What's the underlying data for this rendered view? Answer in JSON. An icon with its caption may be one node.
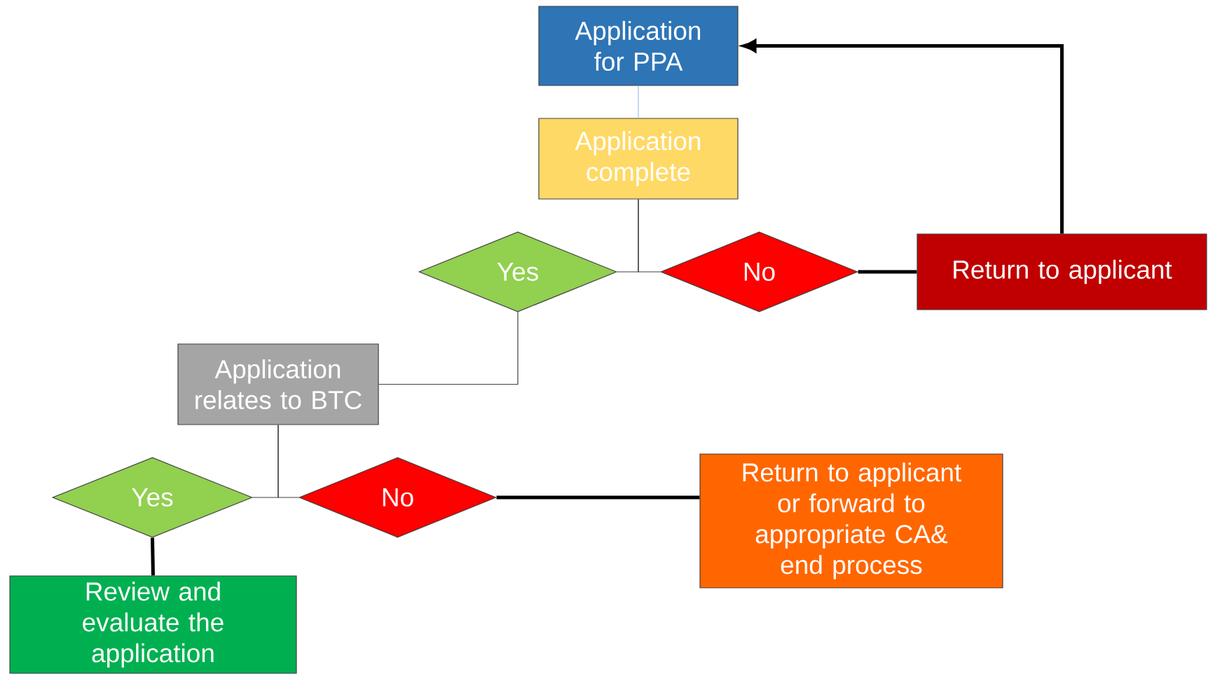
{
  "diagram": {
    "nodes": [
      {
        "text": [
          "Application for PPA"
        ]
      },
      {
        "text": [
          "Application complete"
        ]
      },
      {
        "text": [
          "Yes"
        ]
      },
      {
        "text": [
          "No"
        ]
      },
      {
        "text": [
          "Return to applicant"
        ]
      },
      {
        "text": [
          "Application relates to BTC"
        ]
      },
      {
        "text": [
          "Yes"
        ]
      },
      {
        "text": [
          "No"
        ]
      },
      {
        "text": [
          "Return to applicant or forward to appropriate CA& end process"
        ]
      },
      {
        "text": [
          "Review and evaluate the application"
        ]
      }
    ],
    "edges": [
      {
        "from": 0,
        "to": 1,
        "arrow": "none",
        "color": "#9dc3e6"
      },
      {
        "from": 1,
        "to": 2,
        "arrow": "none"
      },
      {
        "from": 1,
        "to": 3,
        "arrow": "none"
      },
      {
        "from": 3,
        "to": 4,
        "arrow": "none",
        "style": "thick",
        "color": "#000000"
      },
      {
        "from": 4,
        "to": 0,
        "arrow": "to",
        "style": "thick",
        "color": "#000000"
      },
      {
        "from": 2,
        "to": 5,
        "arrow": "none"
      },
      {
        "from": 5,
        "to": 6,
        "arrow": "none"
      },
      {
        "from": 5,
        "to": 7,
        "arrow": "none"
      },
      {
        "from": 7,
        "to": 8,
        "arrow": "none",
        "style": "thick",
        "color": "#000000"
      },
      {
        "from": 6,
        "to": 9,
        "arrow": "none",
        "style": "thick",
        "color": "#000000"
      }
    ]
  }
}
